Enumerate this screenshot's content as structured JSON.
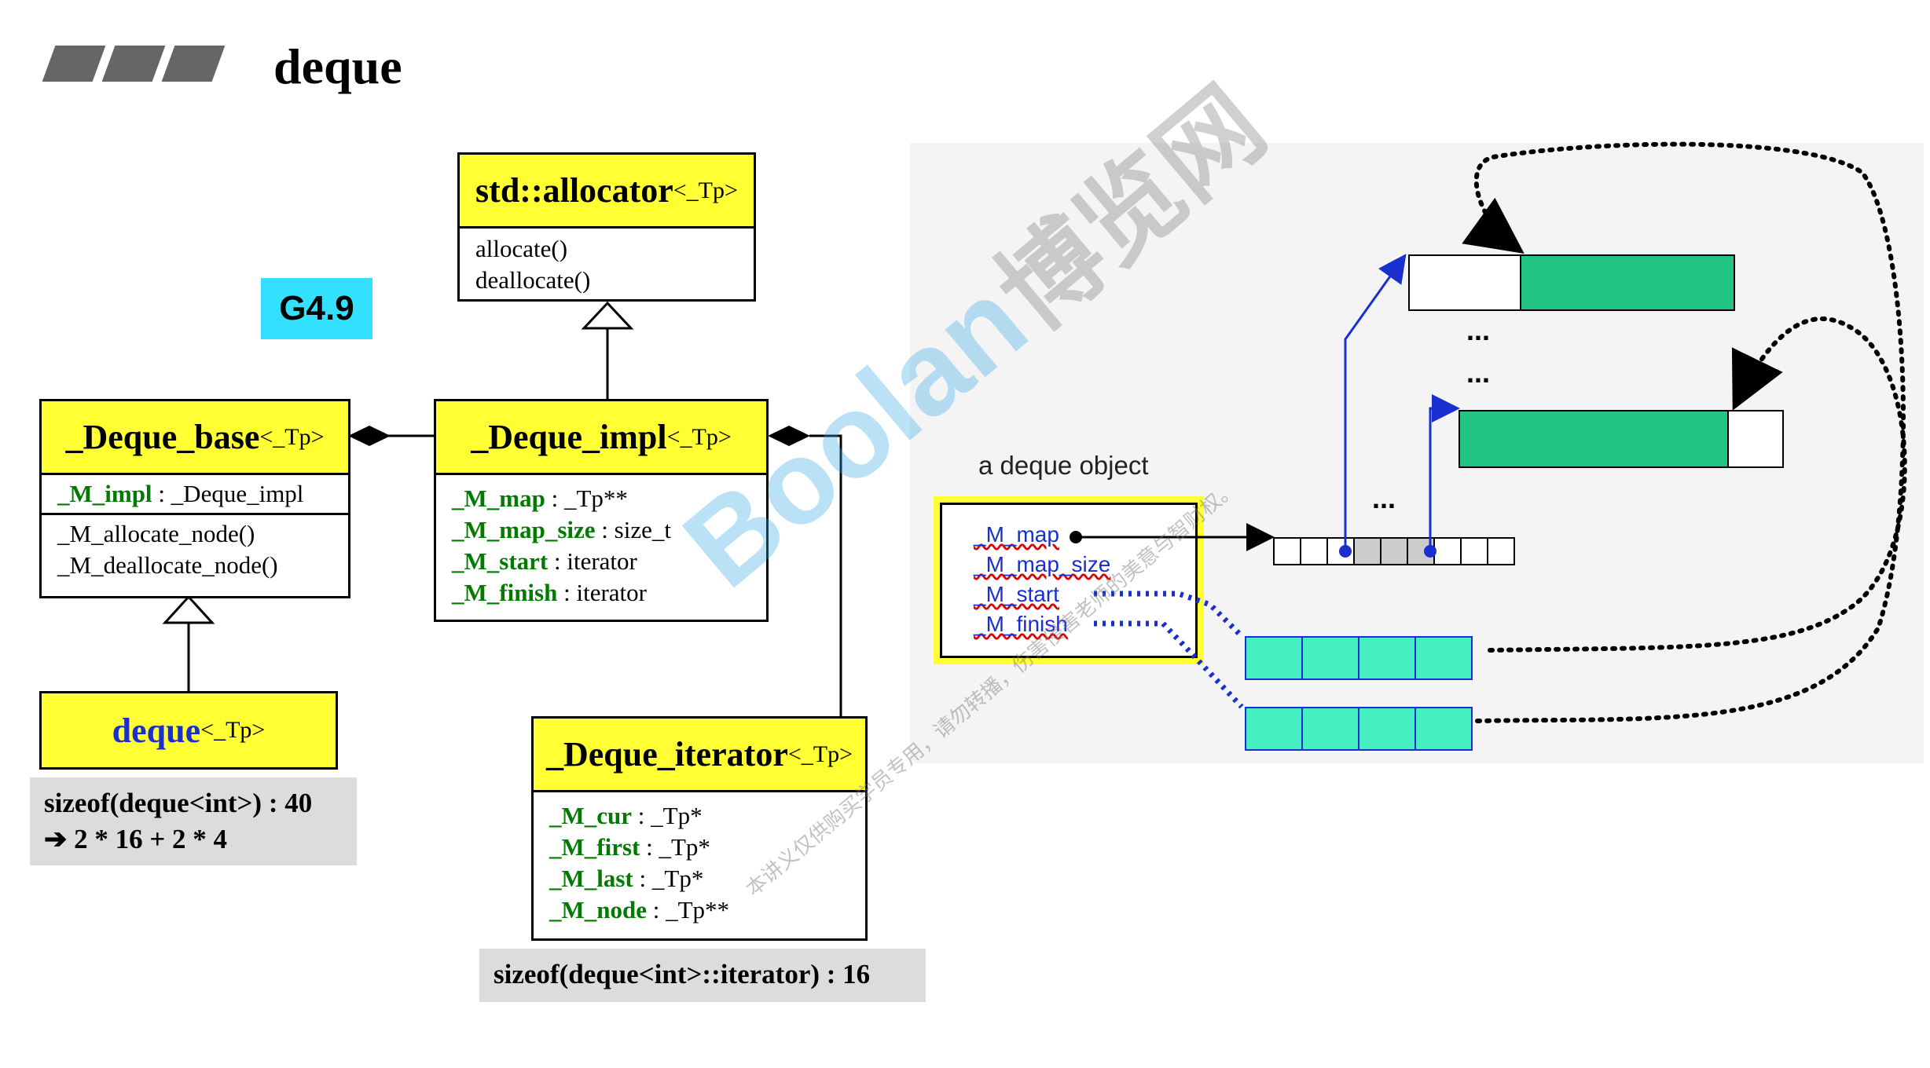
{
  "page_title": "deque",
  "version_badge": "G4.9",
  "allocator": {
    "name": "std::allocator",
    "tparam": "<_Tp>",
    "methods": [
      "allocate()",
      "deallocate()"
    ]
  },
  "deque_base": {
    "name": "_Deque_base",
    "tparam": "<_Tp>",
    "fields": [
      {
        "name": "_M_impl",
        "type": " : _Deque_impl"
      }
    ],
    "methods": [
      "_M_allocate_node()",
      "_M_deallocate_node()"
    ]
  },
  "deque_impl": {
    "name": "_Deque_impl",
    "tparam": "<_Tp>",
    "fields": [
      {
        "name": "_M_map",
        "type": " : _Tp**"
      },
      {
        "name": "_M_map_size",
        "type": " : size_t"
      },
      {
        "name": "_M_start",
        "type": " : iterator"
      },
      {
        "name": "_M_finish",
        "type": " : iterator"
      }
    ]
  },
  "deque": {
    "name": "deque",
    "tparam": "<_Tp>"
  },
  "deque_iterator": {
    "name": "_Deque_iterator",
    "tparam": "<_Tp>",
    "fields": [
      {
        "name": "_M_cur",
        "type": " : _Tp*"
      },
      {
        "name": "_M_first",
        "type": " : _Tp*"
      },
      {
        "name": "_M_last",
        "type": " : _Tp*"
      },
      {
        "name": "_M_node",
        "type": " : _Tp**"
      }
    ]
  },
  "sizeof_deque": {
    "line1": "sizeof(deque<int>) : 40",
    "line2": "➔ 2 * 16 + 2 * 4"
  },
  "sizeof_iterator": "sizeof(deque<int>::iterator) : 16",
  "object_diagram": {
    "label": "a deque object",
    "fields": [
      "_M_map",
      "_M_map_size",
      "_M_start",
      "_M_finish"
    ],
    "ellipsis": "...",
    "colors": {
      "buffer_fill": "#22c584",
      "iterator_fill": "#44f0c0",
      "highlight": "#ffff33",
      "pointer": "#1a2fd0"
    }
  },
  "watermark": {
    "brand": "Boolan",
    "cn": "博览网",
    "notice": "本讲义仅供购买学员专用，请勿转播，伤害侵害老师的美意与智财权。"
  }
}
